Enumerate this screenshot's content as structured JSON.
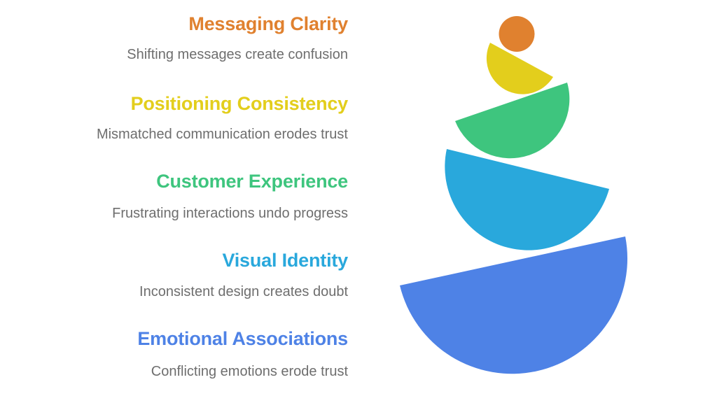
{
  "page": {
    "background": "#FFFFFF"
  },
  "diagram": {
    "type": "stacked-semicircle-balance",
    "description_color": "#6E6E6E",
    "items": [
      {
        "title": "Messaging Clarity",
        "description": "Shifting messages create confusion",
        "color": "#E0812F",
        "shape": "circle",
        "rank": 1
      },
      {
        "title": "Positioning Consistency",
        "description": "Mismatched communication erodes trust",
        "color": "#E3CE1C",
        "shape": "semicircle",
        "rank": 2
      },
      {
        "title": "Customer Experience",
        "description": "Frustrating interactions undo progress",
        "color": "#3EC57E",
        "shape": "semicircle",
        "rank": 3
      },
      {
        "title": "Visual Identity",
        "description": "Inconsistent design creates doubt",
        "color": "#29A8DC",
        "shape": "semicircle",
        "rank": 4
      },
      {
        "title": "Emotional Associations",
        "description": "Conflicting emotions erode trust",
        "color": "#4E82E6",
        "shape": "semicircle",
        "rank": 5
      }
    ]
  }
}
